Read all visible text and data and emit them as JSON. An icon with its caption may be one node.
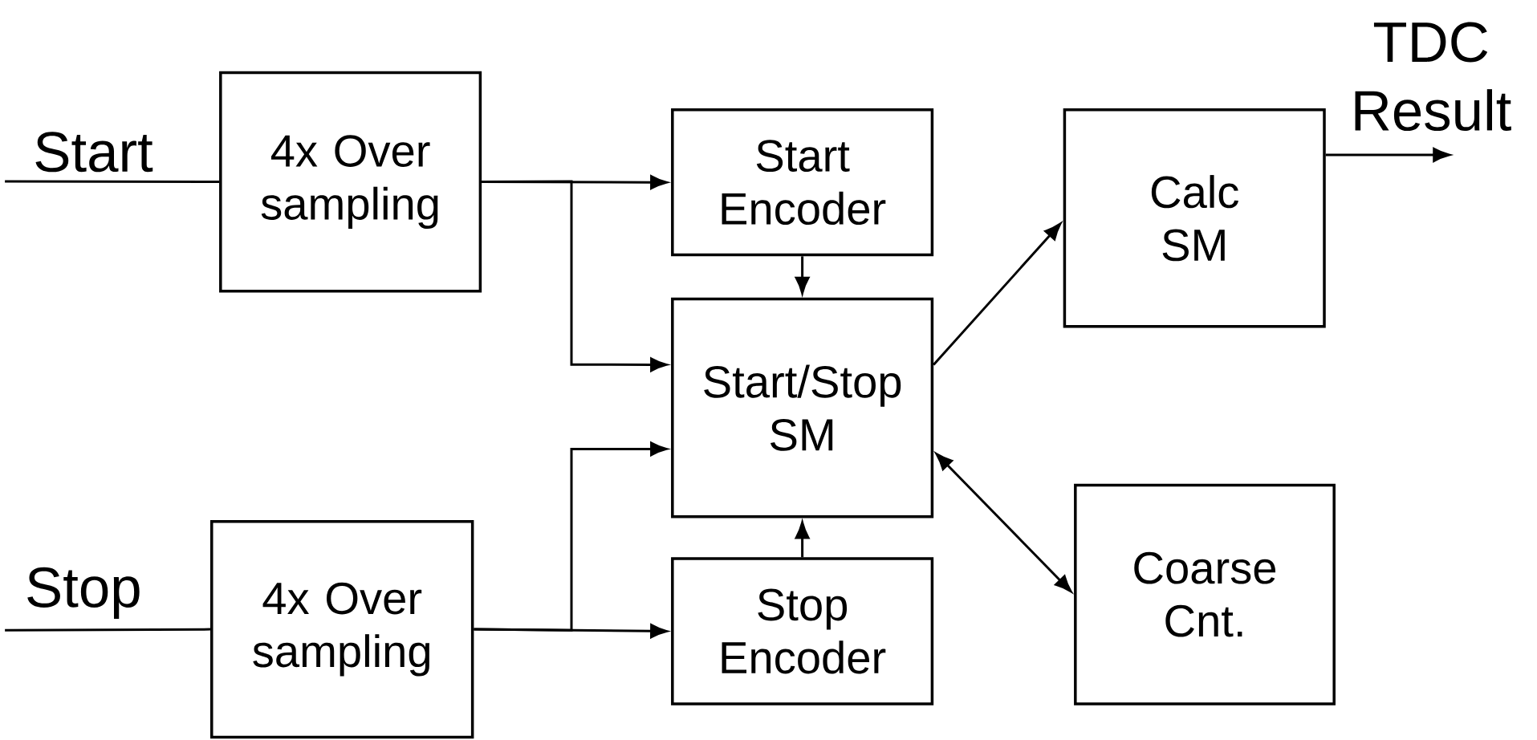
{
  "diagram": {
    "nodes": [
      {
        "text": [
          "4x Over sampling"
        ]
      },
      {
        "text": [
          "Start Encoder"
        ]
      },
      {
        "text": [
          "Start/Stop SM"
        ]
      },
      {
        "text": [
          "Calc SM"
        ]
      },
      {
        "text": [
          "4x Over sampling"
        ]
      },
      {
        "text": [
          "Stop Encoder"
        ]
      },
      {
        "text": [
          "Coarse Cnt."
        ]
      }
    ],
    "edges": [
      {
        "from": null,
        "to": 0,
        "arrow": "none",
        "label": "Start"
      },
      {
        "from": 0,
        "to": 1,
        "arrow": "to"
      },
      {
        "from": 0,
        "to": 2,
        "arrow": "to"
      },
      {
        "from": 1,
        "to": 2,
        "arrow": "to"
      },
      {
        "from": null,
        "to": 4,
        "arrow": "none",
        "label": "Stop"
      },
      {
        "from": 4,
        "to": 5,
        "arrow": "to"
      },
      {
        "from": 4,
        "to": 2,
        "arrow": "to"
      },
      {
        "from": 5,
        "to": 2,
        "arrow": "to"
      },
      {
        "from": 2,
        "to": 3,
        "arrow": "to"
      },
      {
        "from": 2,
        "to": 6,
        "arrow": "both"
      },
      {
        "from": 3,
        "to": null,
        "arrow": "to",
        "label": "TDC Result"
      }
    ]
  }
}
